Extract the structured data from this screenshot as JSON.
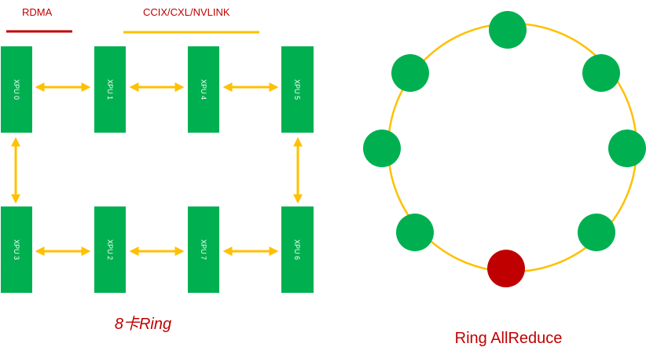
{
  "legend": {
    "rdma": {
      "label": "RDMA",
      "color": "#c00000"
    },
    "ccix": {
      "label": "CCIX/CXL/NVLINK",
      "color": "#ffc000"
    }
  },
  "colors": {
    "xpu": "#00b050",
    "xpu_text": "#ffffff",
    "link": "#ffc000",
    "ring": "#ffc000",
    "node": "#00b050",
    "active_node": "#c00000",
    "caption": "#c00000"
  },
  "xpus": {
    "top_row": [
      "XPU 0",
      "XPU 1",
      "XPU 4",
      "XPU 5"
    ],
    "bottom_row": [
      "XPU 3",
      "XPU 2",
      "XPU 7",
      "XPU 6"
    ]
  },
  "ring_nodes": {
    "count": 8,
    "active": [
      "bottom"
    ]
  },
  "captions": {
    "left": "8卡Ring",
    "right": "Ring AllReduce"
  }
}
